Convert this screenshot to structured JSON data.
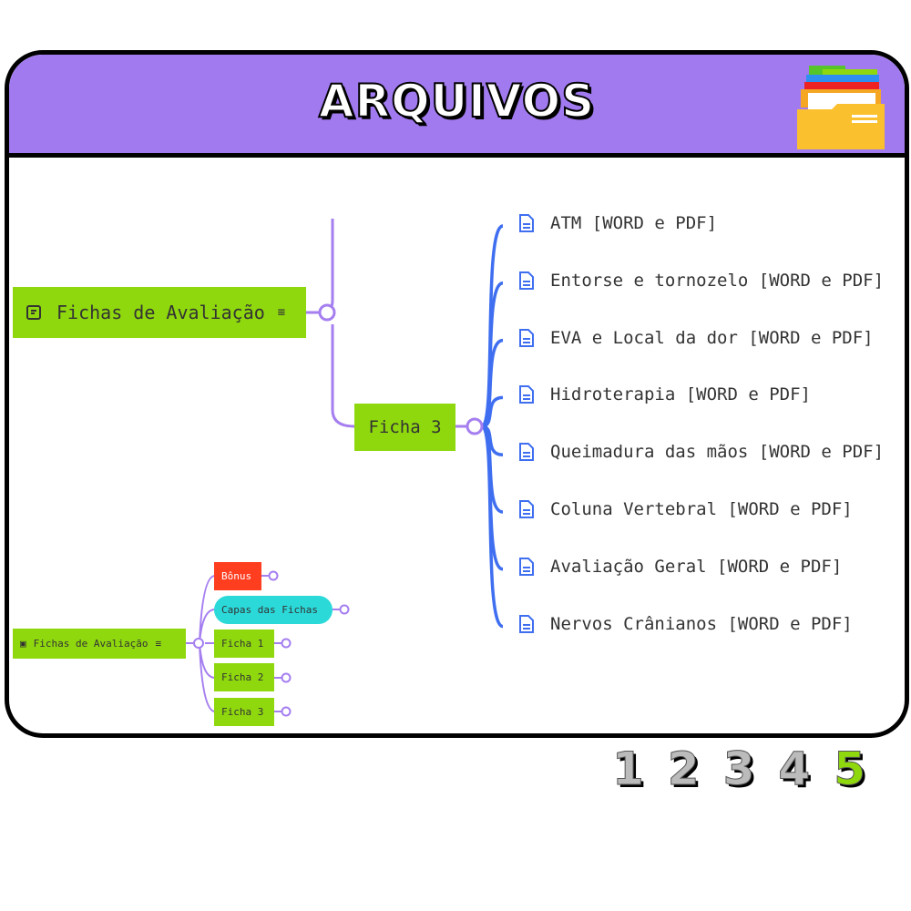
{
  "header": {
    "title": "ARQUIVOS",
    "icon": "folder-icon"
  },
  "mindmap": {
    "root": "Fichas de Avaliação",
    "branch": "Ficha 3",
    "items": [
      "ATM [WORD e PDF]",
      "Entorse e tornozelo [WORD e PDF]",
      "EVA e Local da dor [WORD e PDF]",
      "Hidroterapia [WORD e PDF]",
      "Queimadura das mãos [WORD e PDF]",
      "Coluna Vertebral [WORD e PDF]",
      "Avaliação Geral [WORD e PDF]",
      "Nervos Crânianos [WORD e PDF]"
    ]
  },
  "overview": {
    "root": "Fichas de Avaliação",
    "children": [
      "Bônus",
      "Capas das Fichas",
      "Ficha 1",
      "Ficha 2",
      "Ficha 3"
    ]
  },
  "pagination": {
    "pages": [
      "1",
      "2",
      "3",
      "4",
      "5"
    ],
    "current": "5"
  },
  "colors": {
    "purple": "#a17af0",
    "green": "#8fd80e",
    "blue": "#3f6ff0",
    "red": "#ff3d1f",
    "cyan": "#2bd9d9"
  }
}
